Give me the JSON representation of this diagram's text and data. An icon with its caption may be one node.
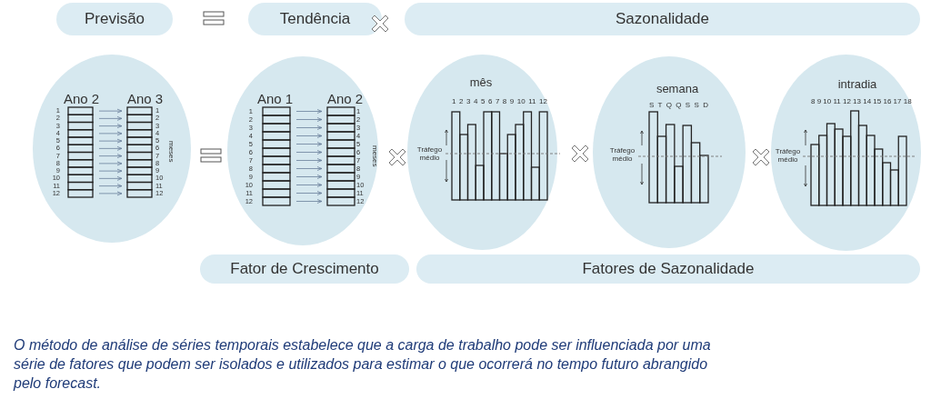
{
  "diagram": {
    "caption": "O método de análise de séries temporais estabelece que a carga de trabalho pode ser influenciada por uma série de fatores que podem ser isolados e utilizados para estimar o que ocorrerá no tempo futuro abrangido pelo forecast.",
    "nodes": [
      {
        "text": [
          "Previsão"
        ]
      },
      {
        "text": [
          "Tendência"
        ]
      },
      {
        "text": [
          "Sazonalidade"
        ]
      },
      {
        "text": [
          "Ano 2",
          "Ano 3",
          "1 2 3 4 5 6 7 8 9 10 11 12",
          "1 2 3 4 5 6 7 8 9 10 11 12",
          "meses"
        ]
      },
      {
        "text": [
          "Ano 1",
          "Ano 2",
          "1 2 3 4 5 6 7 8 9 10 11 12",
          "1 2 3 4 5 6 7 8 9 10 11 12",
          "meses"
        ]
      },
      {
        "text": [
          "mês",
          "1 2 3 4 5 6 7 8 9 10 11 12",
          "Tráfego médio"
        ]
      },
      {
        "text": [
          "semana",
          "S T Q Q S S D",
          "Tráfego médio"
        ]
      },
      {
        "text": [
          "intradia",
          "8 9 10 11 12 13 14 15 16 17 18",
          "Tráfego médio"
        ]
      },
      {
        "text": [
          "Fator de Crescimento"
        ]
      },
      {
        "text": [
          "Fatores de Sazonalidade"
        ]
      }
    ]
  }
}
